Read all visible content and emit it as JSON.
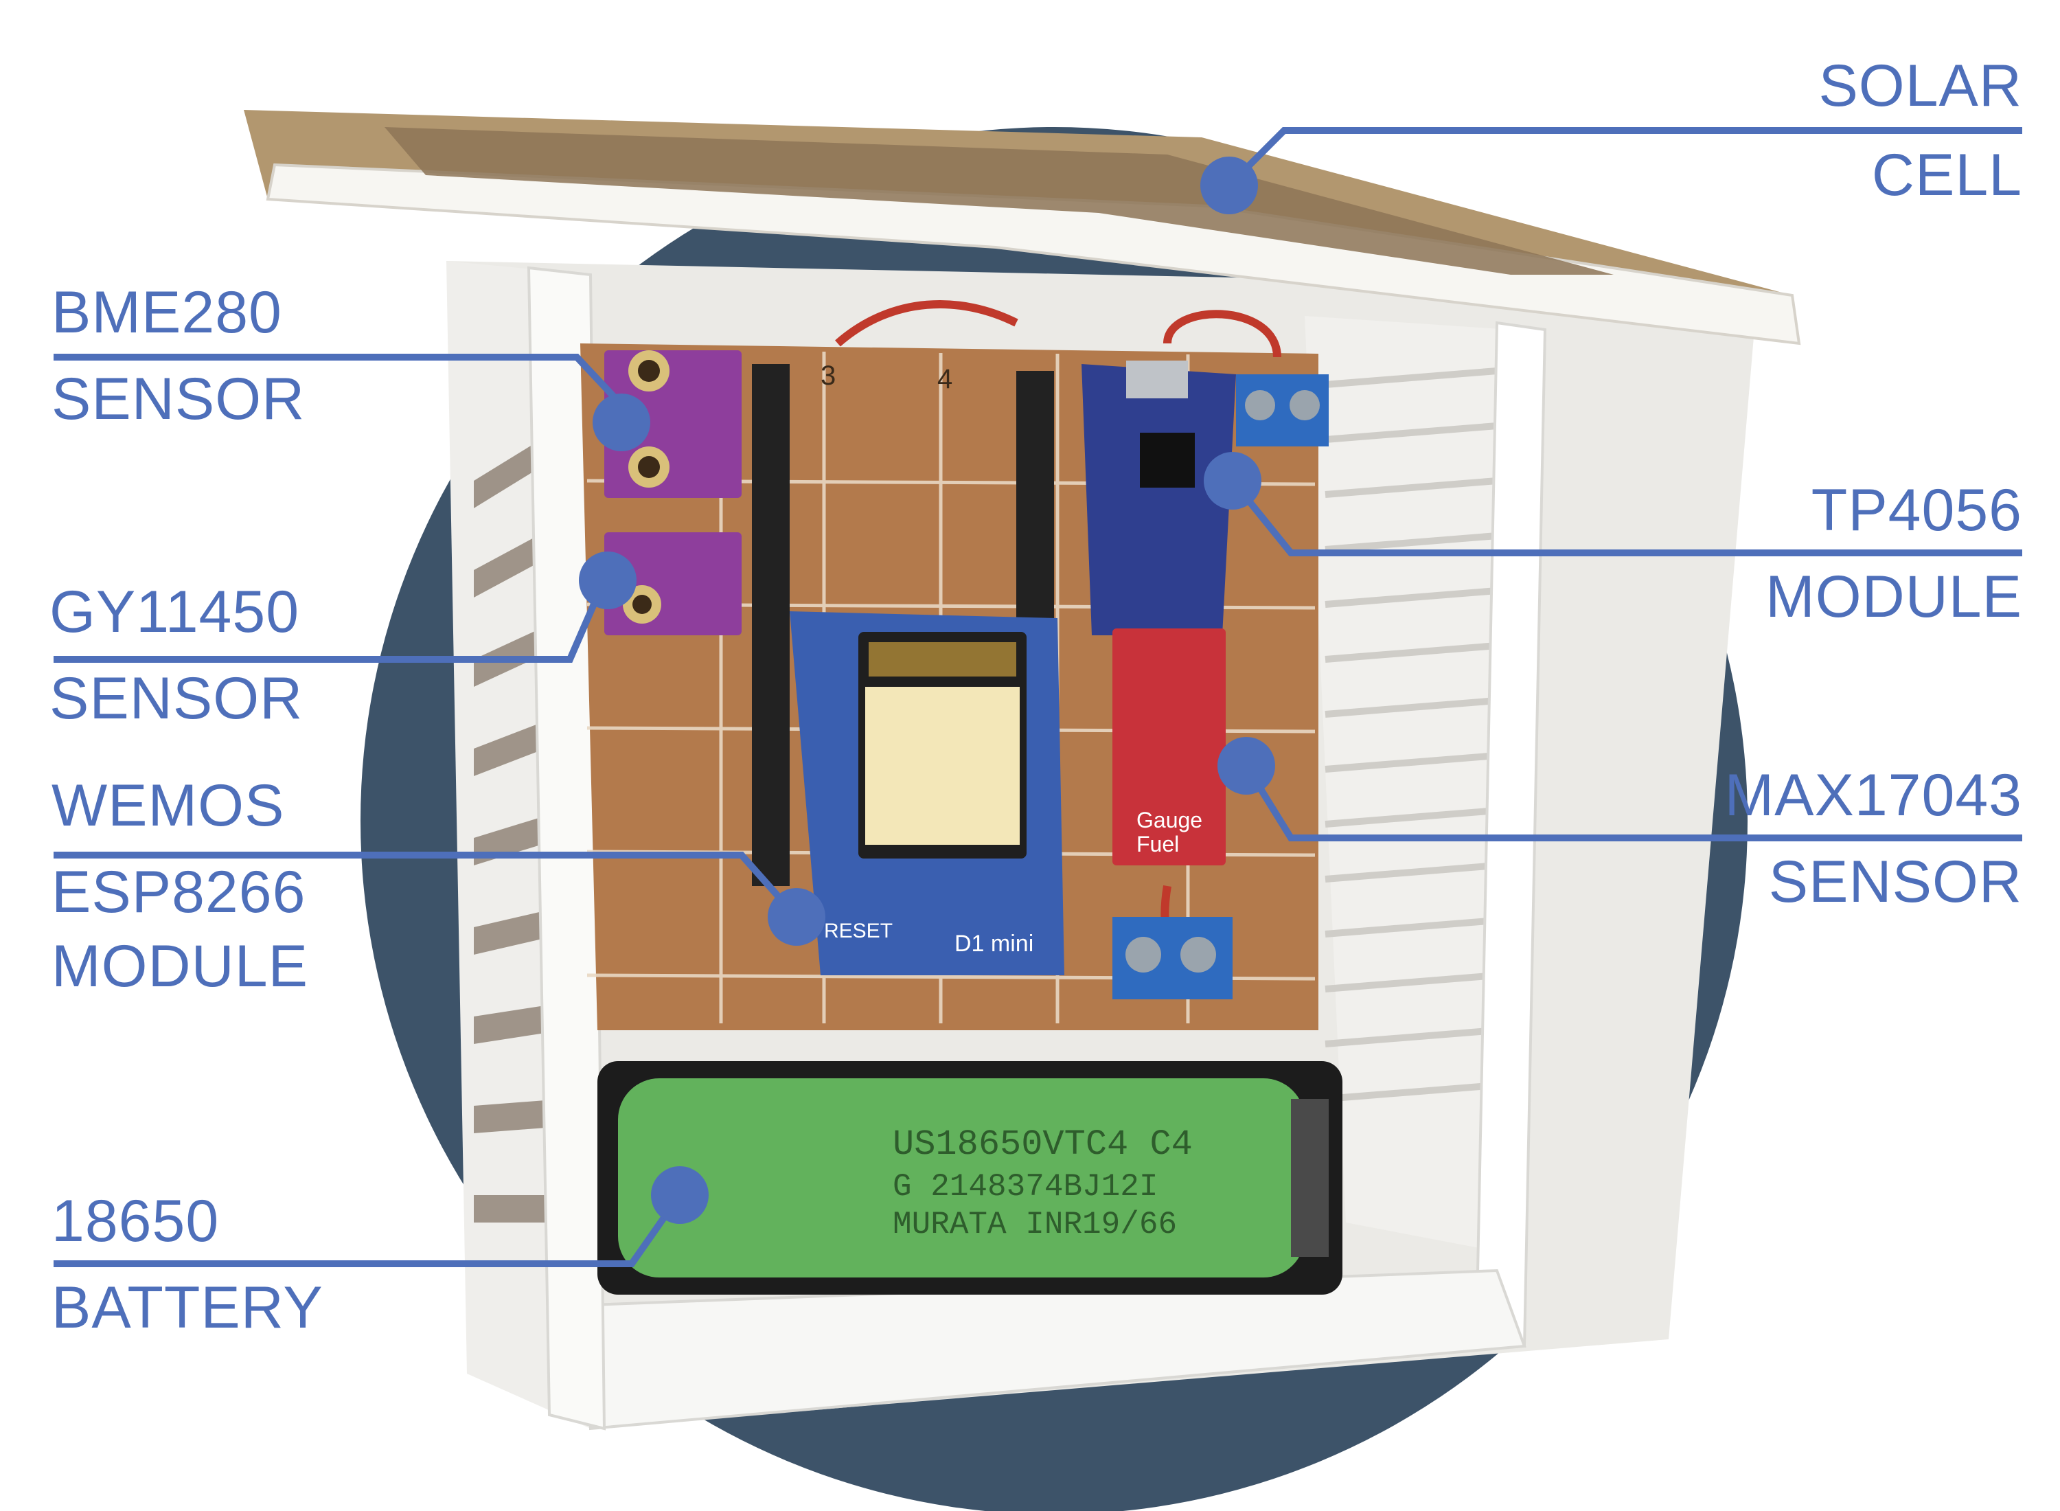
{
  "colors": {
    "accent": "#4e6fba",
    "background_circle": "#3d5369",
    "enclosure": "#f4f4f2",
    "roof_edge": "#b2976f",
    "pcb": "#b37a4c",
    "battery": "#62b25c",
    "wemos": "#3a5fb0",
    "bme280": "#8e3e9c",
    "max17043": "#c8323a"
  },
  "labels": {
    "solar_cell": [
      "SOLAR",
      "CELL"
    ],
    "bme280": [
      "BME280",
      "SENSOR"
    ],
    "gy11450": [
      "GY11450",
      "SENSOR"
    ],
    "wemos": [
      "WEMOS",
      "ESP8266",
      "MODULE"
    ],
    "battery_label": [
      "18650",
      "BATTERY"
    ],
    "tp4056": [
      "TP4056",
      "MODULE"
    ],
    "max17043": [
      "MAX17043",
      "SENSOR"
    ]
  },
  "board_text": {
    "battery_print": [
      "US18650VTC4 C4",
      "G 2148374BJ12I",
      "MURATA INR19/66"
    ],
    "wemos_print": [
      "RESET",
      "D1 mini"
    ],
    "fuel_gauge_print": [
      "Fuel",
      "Gauge"
    ],
    "pcb_marks": [
      "3",
      "4"
    ]
  },
  "icons": [
    "pointer-dot-icon"
  ]
}
